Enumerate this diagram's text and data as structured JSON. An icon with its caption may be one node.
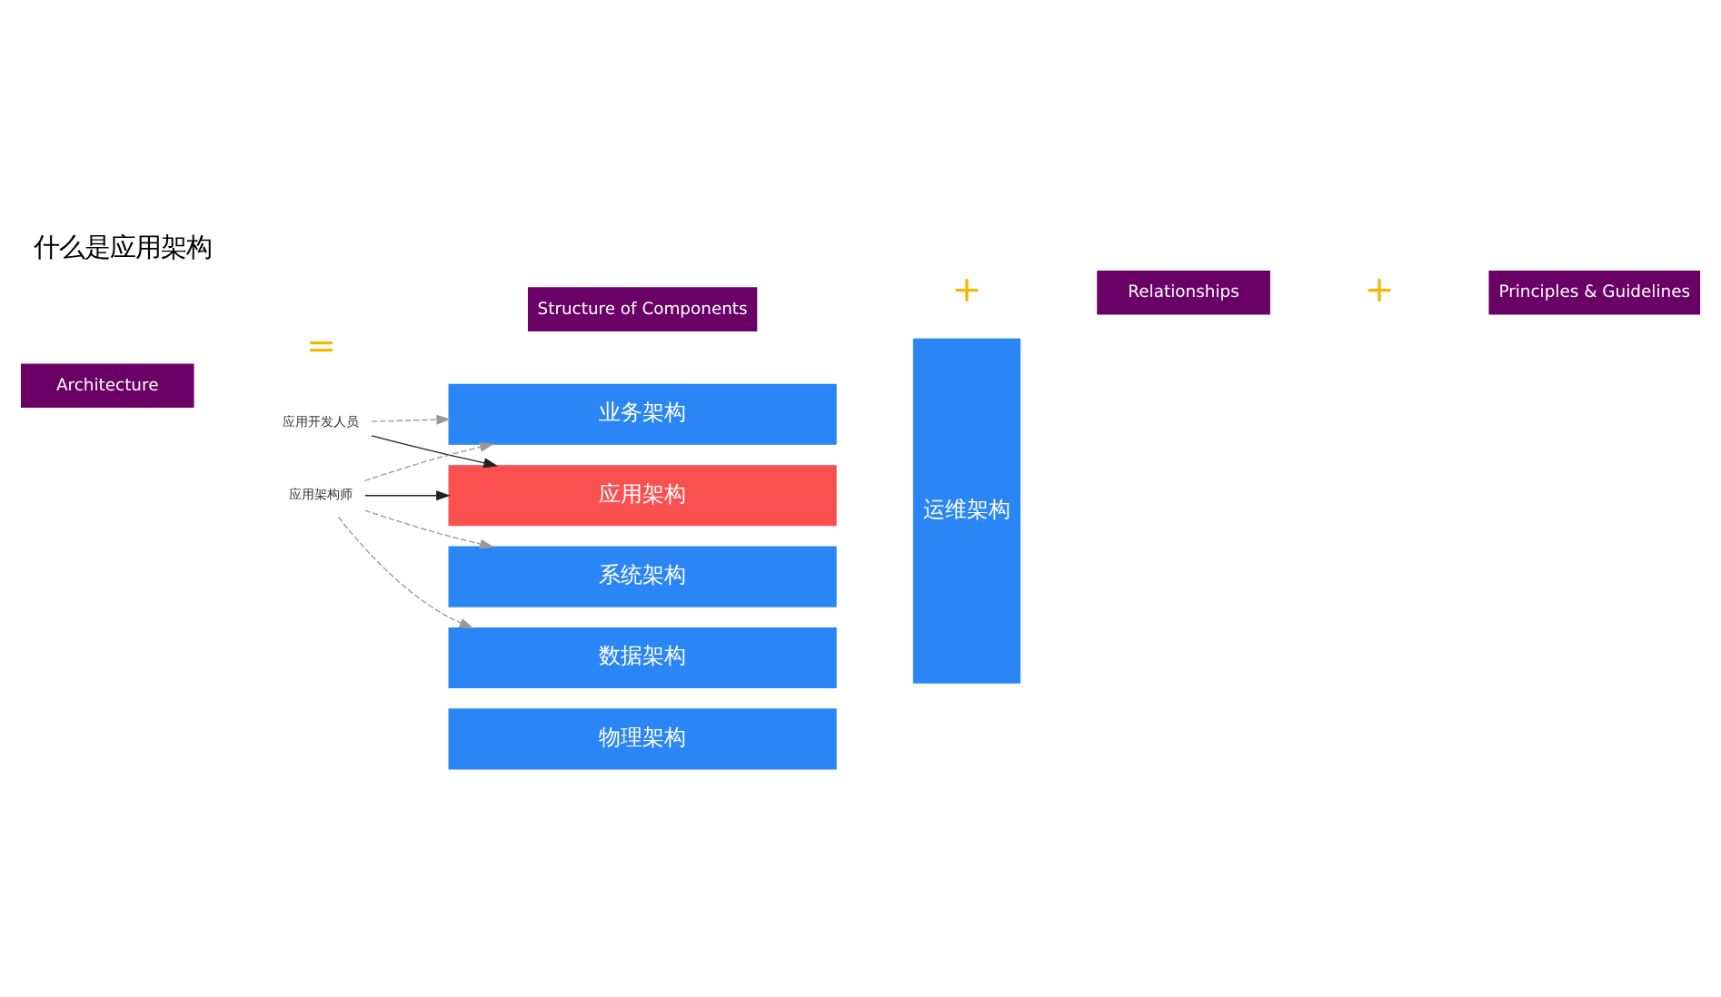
{
  "diagram": {
    "title": "什么是应用架构",
    "nodes": [
      {
        "text": [
          "Architecture"
        ]
      },
      {
        "text": [
          "Structure of Components"
        ]
      },
      {
        "text": [
          "Relationships"
        ]
      },
      {
        "text": [
          "Principles & Guidelines"
        ]
      },
      {
        "text": [
          "应用开发人员"
        ]
      },
      {
        "text": [
          "应用架构师"
        ]
      },
      {
        "text": [
          "业务架构"
        ]
      },
      {
        "text": [
          "应用架构"
        ]
      },
      {
        "text": [
          "系统架构"
        ]
      },
      {
        "text": [
          "数据架构"
        ]
      },
      {
        "text": [
          "物理架构"
        ]
      },
      {
        "text": [
          "运维架构"
        ]
      }
    ],
    "edges": [
      {
        "from": 4,
        "to": 6,
        "arrow": "to",
        "style": "dashed"
      },
      {
        "from": 4,
        "to": 7,
        "arrow": "to",
        "color": "#222222"
      },
      {
        "from": 5,
        "to": 6,
        "arrow": "to",
        "style": "dashed"
      },
      {
        "from": 5,
        "to": 7,
        "arrow": "to",
        "color": "#222222"
      },
      {
        "from": 5,
        "to": 8,
        "arrow": "to",
        "style": "dashed"
      },
      {
        "from": 5,
        "to": 9,
        "arrow": "to",
        "style": "dashed"
      }
    ],
    "labels": [
      "=",
      "+",
      "+"
    ]
  }
}
